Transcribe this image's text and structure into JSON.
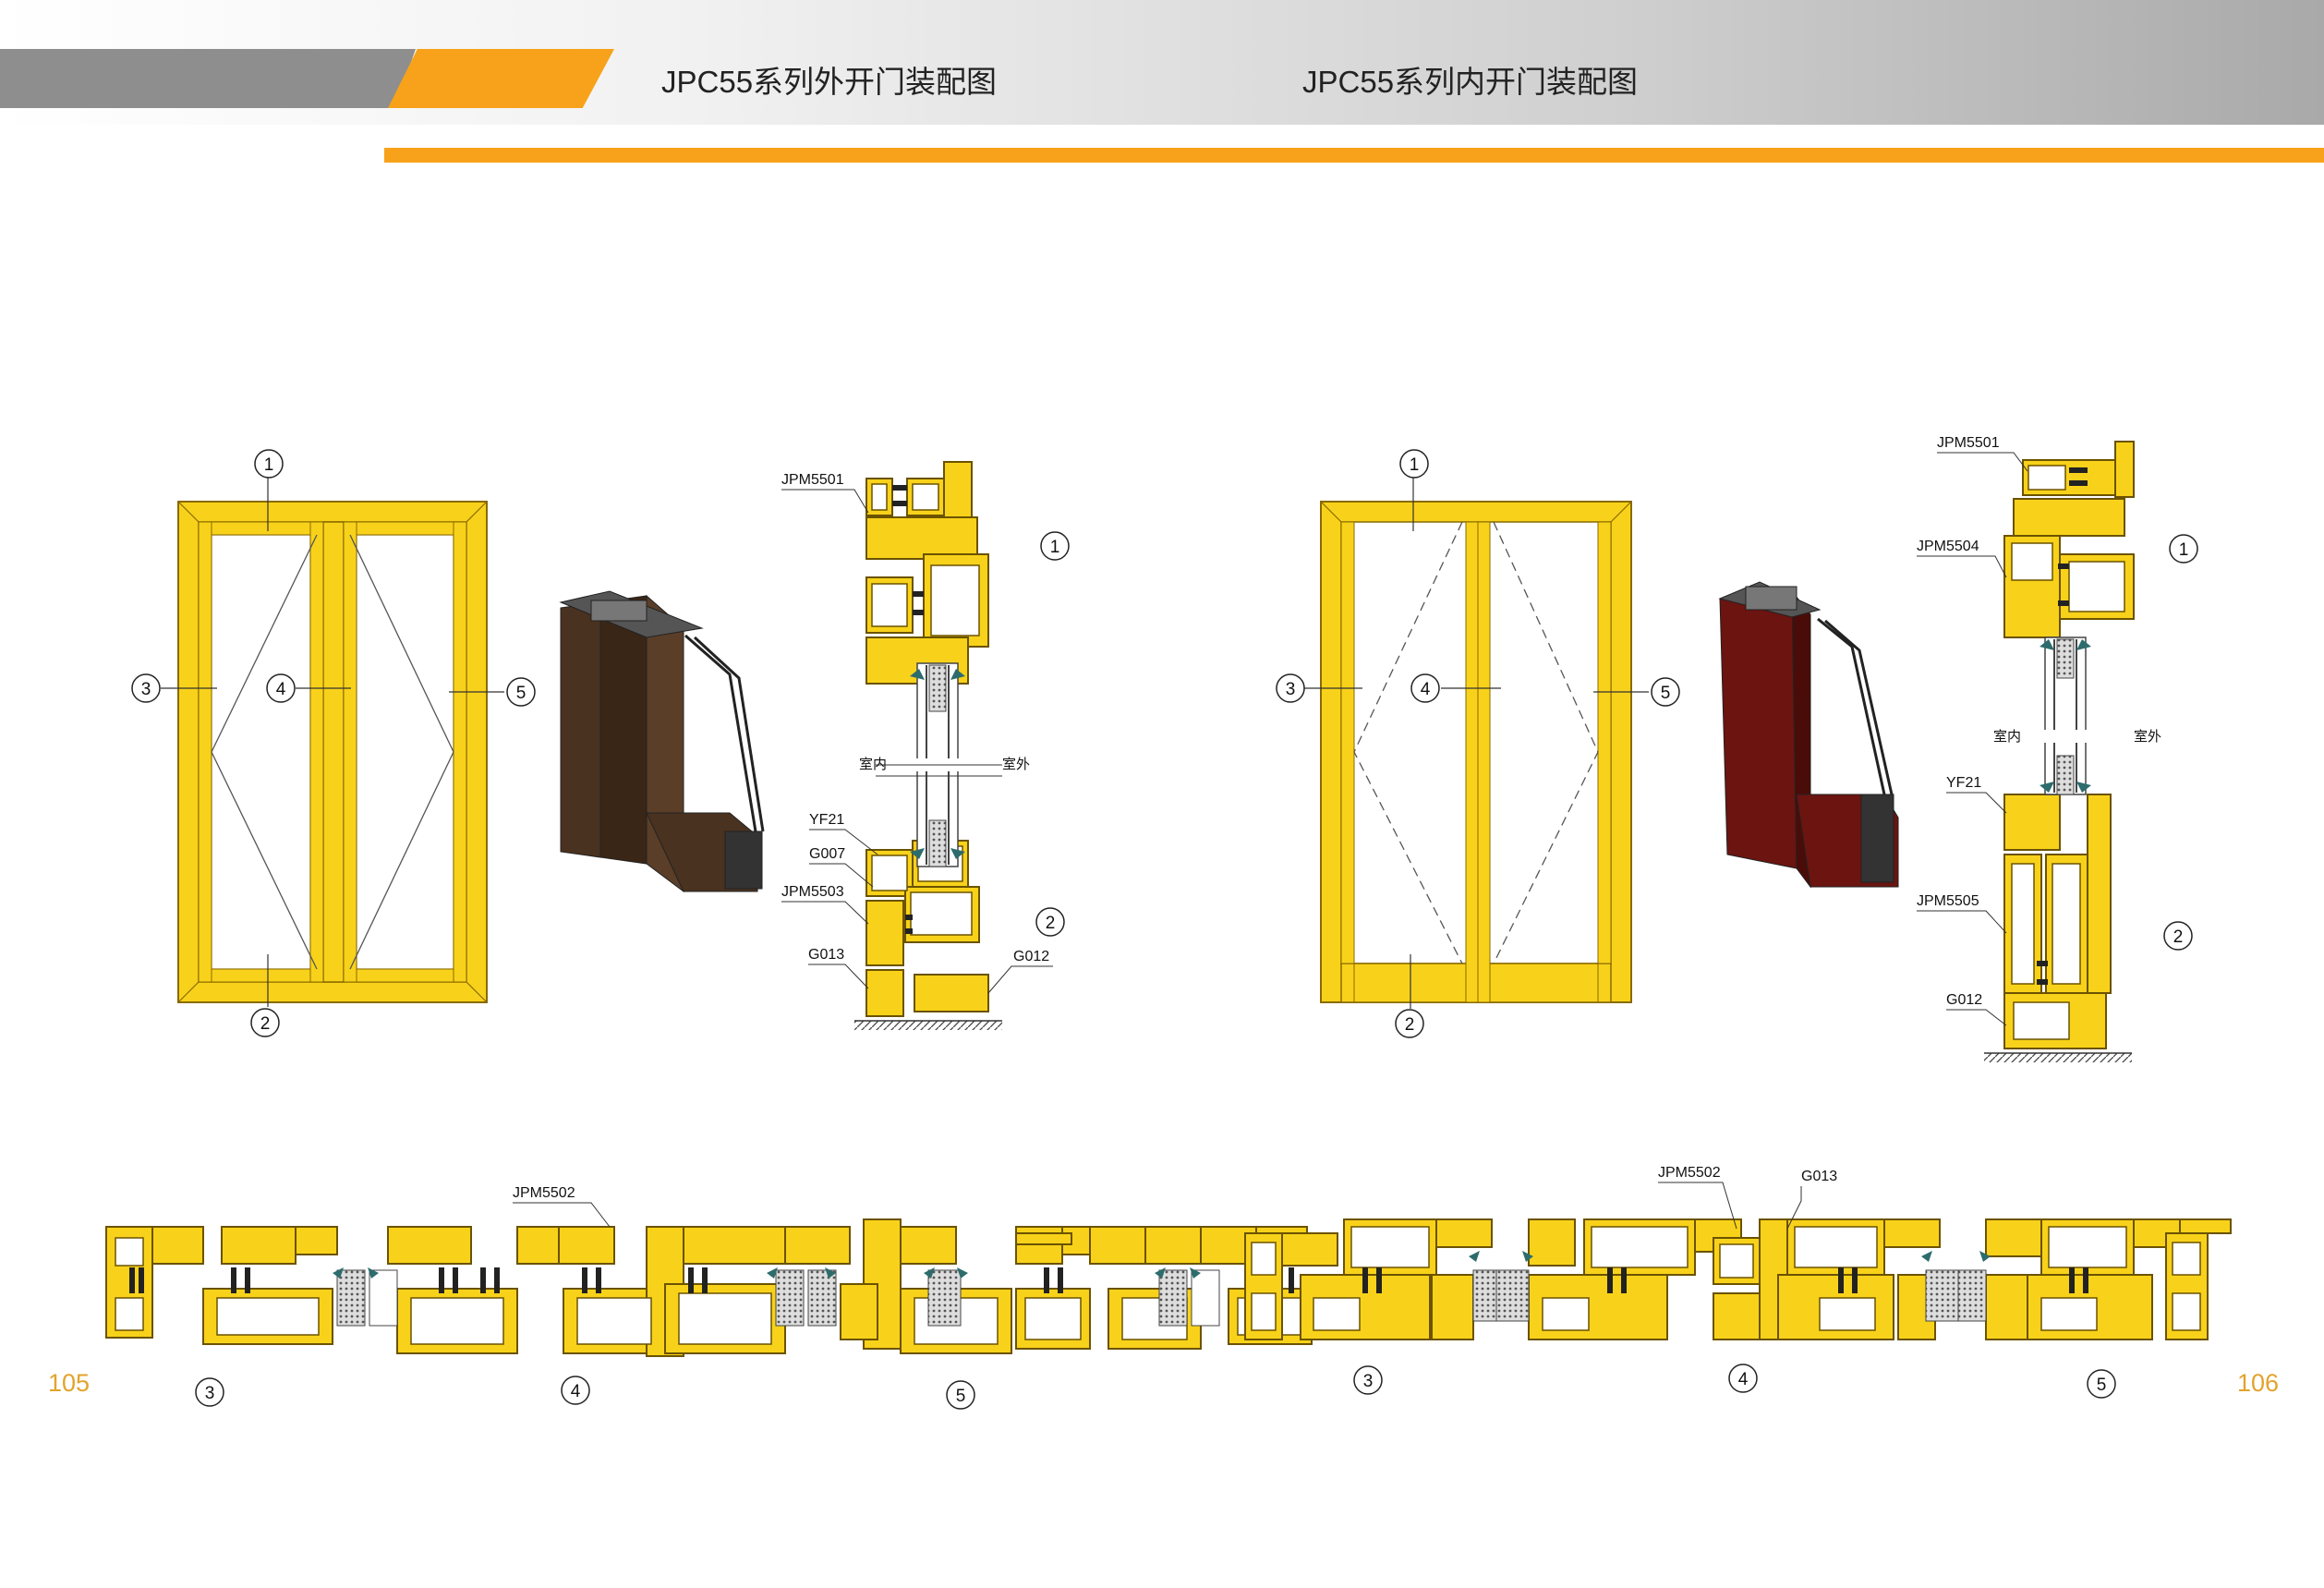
{
  "header": {
    "title_left": "JPC55系列外开门装配图",
    "title_right": "JPC55系列内开门装配图"
  },
  "pages": {
    "left": "105",
    "right": "106"
  },
  "left_figure": {
    "callouts": [
      "1",
      "2",
      "3",
      "4",
      "5"
    ],
    "section_labels": [
      "JPM5501",
      "YF21",
      "G007",
      "JPM5503",
      "G013",
      "G012"
    ],
    "indoor": "室内",
    "outdoor": "室外",
    "horizontal_label": "JPM5502",
    "bottom_callouts": [
      "3",
      "4",
      "5"
    ],
    "sample_color": "#4a3220"
  },
  "right_figure": {
    "callouts": [
      "1",
      "2",
      "3",
      "4",
      "5"
    ],
    "section_labels": [
      "JPM5501",
      "JPM5504",
      "YF21",
      "JPM5505",
      "G012"
    ],
    "indoor": "室内",
    "outdoor": "室外",
    "horizontal_labels": [
      "JPM5502",
      "G013"
    ],
    "bottom_callouts": [
      "3",
      "4",
      "5"
    ],
    "sample_color": "#6b1410"
  },
  "colors": {
    "accent_orange": "#f7a21a",
    "frame_yellow": "#f8d21a",
    "page_number": "#e3a32c"
  }
}
